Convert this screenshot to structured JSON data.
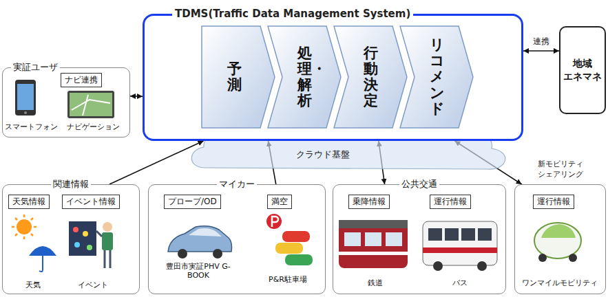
{
  "diagram": {
    "nodes": [
      {
        "text": [
          "TDMS(Traffic Data Management System)"
        ]
      },
      {
        "text": [
          "予測"
        ],
        "in": 0
      },
      {
        "text": [
          "処理・解析"
        ],
        "in": 0
      },
      {
        "text": [
          "行動決定"
        ],
        "in": 0
      },
      {
        "text": [
          "リコメンド"
        ],
        "in": 0
      },
      {
        "text": [
          "地域 エネマネ"
        ]
      },
      {
        "text": [
          "クラウド基盤"
        ]
      },
      {
        "text": [
          "実証ユーザ"
        ]
      },
      {
        "text": [
          "ナビ連携"
        ],
        "in": 7
      },
      {
        "text": [
          "関連情報"
        ]
      },
      {
        "text": [
          "天気情報"
        ],
        "in": 9
      },
      {
        "text": [
          "イベント情報"
        ],
        "in": 9
      },
      {
        "text": [
          "マイカー"
        ]
      },
      {
        "text": [
          "プローブ/OD"
        ],
        "in": 12
      },
      {
        "text": [
          "満空"
        ],
        "in": 12
      },
      {
        "text": [
          "公共交通"
        ]
      },
      {
        "text": [
          "乗降情報"
        ],
        "in": 15
      },
      {
        "text": [
          "運行情報"
        ],
        "in": 15
      },
      {
        "text": [
          "新モビリティ シェアリング"
        ]
      },
      {
        "text": [
          "運行情報"
        ],
        "in": 18
      }
    ],
    "edges": [
      {
        "from": 7,
        "to": 0,
        "arrow": "both"
      },
      {
        "from": 0,
        "to": 5,
        "label": "連携",
        "arrow": "both"
      },
      {
        "from": 9,
        "to": 0,
        "arrow": "to"
      },
      {
        "from": 12,
        "to": 0,
        "arrow": "to"
      },
      {
        "from": 15,
        "to": 0,
        "arrow": "both"
      },
      {
        "from": 18,
        "to": 0,
        "arrow": "both"
      }
    ],
    "labels": [
      "スマートフォン",
      "ナビゲーション",
      "天気",
      "イベント",
      "豊田市実証PHV G-BOOK",
      "P&R駐車場",
      "鉄道",
      "バス",
      "ワンマイルモビリティ"
    ]
  }
}
